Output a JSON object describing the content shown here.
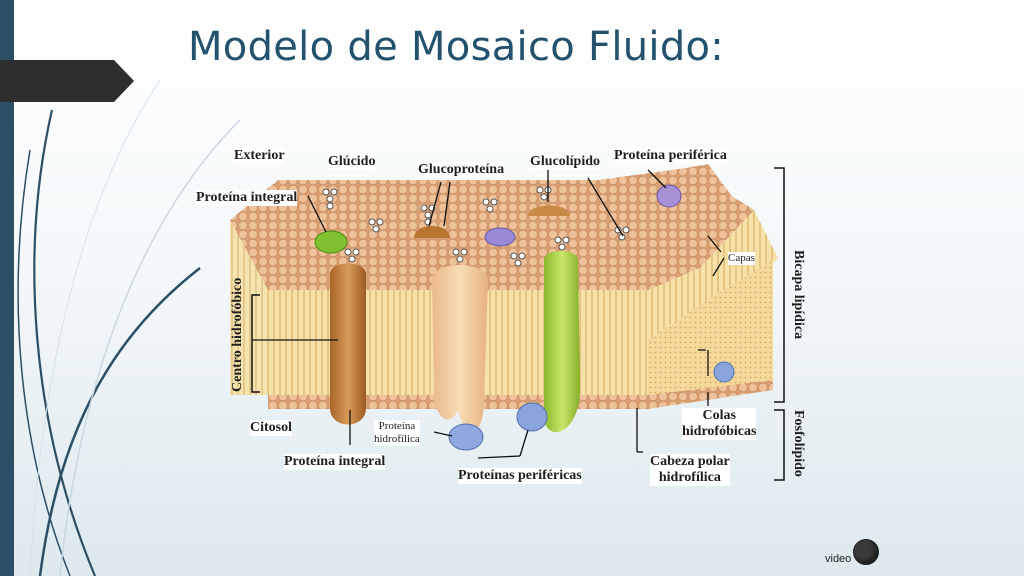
{
  "slide": {
    "title": "Modelo de Mosaico Fluido:",
    "video_label": "video"
  },
  "diagram": {
    "labels": {
      "exterior": "Exterior",
      "glucido": "Glúcido",
      "glucoproteina": "Glucoproteína",
      "glucolipido": "Glucolípido",
      "proteina_periferica": "Proteína periférica",
      "proteina_integral_top": "Proteína integral",
      "capas": "Capas",
      "centro_hidrofobico": "Centro hidrofóbico",
      "bicapa_lipidica": "Bicapa lipídica",
      "citosol": "Citosol",
      "proteina_hidrofilica_1": "Proteína",
      "proteina_hidrofilica_2": "hidrofílica",
      "proteina_integral_bottom": "Proteína integral",
      "proteinas_perifericas": "Proteínas periféricas",
      "colas_1": "Colas",
      "colas_2": "hidrofóbicas",
      "cabeza_1": "Cabeza polar",
      "cabeza_2": "hidrofílica",
      "fosfolipido": "Fosfolípido"
    },
    "colors": {
      "lipid_head": "#e9b88f",
      "lipid_tail": "#f2d68e",
      "integral_protein": "#c5843f",
      "channel_protein": "#f1c99a",
      "green_protein": "#a9cf3b",
      "peripheral_purple": "#a58fd0",
      "peripheral_blue": "#7f9fdc"
    }
  }
}
